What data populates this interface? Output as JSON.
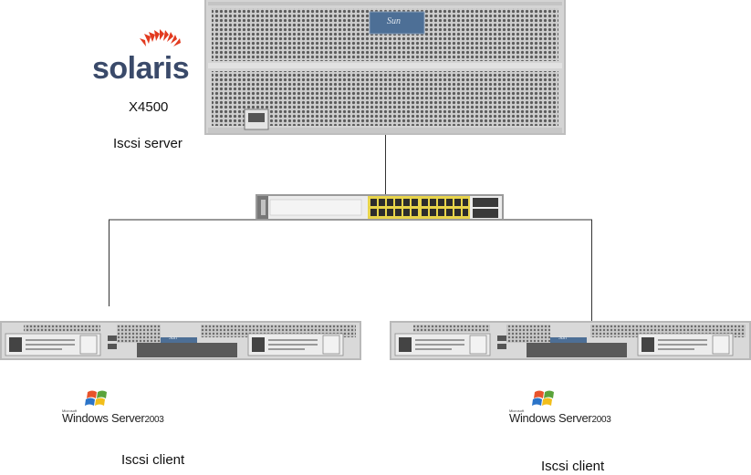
{
  "server": {
    "os_brand": "solaris",
    "model": "X4500",
    "role": "Iscsi server",
    "vendor_badge": "Sun"
  },
  "client_left": {
    "vendor_badge": "Sun",
    "os_vendor": "Microsoft",
    "os_name": "Windows Server",
    "os_year": "2003",
    "role": "Iscsi client"
  },
  "client_right": {
    "vendor_badge": "Sun",
    "os_vendor": "Microsoft",
    "os_name": "Windows Server",
    "os_year": "2003",
    "role": "Iscsi client"
  },
  "colors": {
    "chassis": "#c9c9c9",
    "chassis_dark": "#6c6c6c",
    "connector_line": "#333333",
    "switch_ports": "#e8d44a",
    "solaris_sun": "#e23a1f"
  }
}
